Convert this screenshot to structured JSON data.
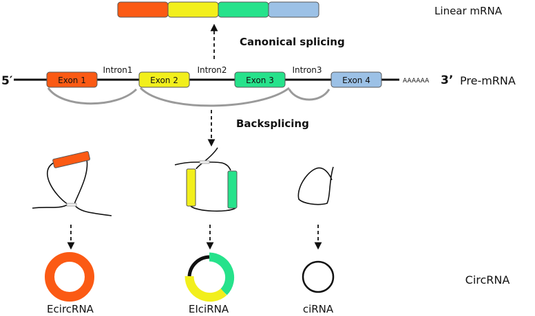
{
  "labels": {
    "linear_mrna": "Linear mRNA",
    "canonical_splicing": "Canonical splicing",
    "five_prime": "5′",
    "three_prime": "3’",
    "pre_mrna": "Pre-mRNA",
    "poly_a": "AAAAAA",
    "backsplicing": "Backsplicing",
    "circrna": "CircRNA"
  },
  "colors": {
    "exon1": "#fb5a14",
    "exon2": "#f2ef1c",
    "exon3": "#26e28b",
    "exon4": "#9cc1e6",
    "outline": "#444444",
    "arc": "#999999"
  },
  "exons": [
    {
      "label": "Exon 1",
      "color": "#fb5a14"
    },
    {
      "label": "Exon 2",
      "color": "#f2ef1c"
    },
    {
      "label": "Exon 3",
      "color": "#26e28b"
    },
    {
      "label": "Exon 4",
      "color": "#9cc1e6"
    }
  ],
  "introns": [
    "Intron1",
    "Intron2",
    "Intron3"
  ],
  "circ_types": [
    {
      "label": "EcircRNA"
    },
    {
      "label": "EIciRNA"
    },
    {
      "label": "ciRNA"
    }
  ]
}
